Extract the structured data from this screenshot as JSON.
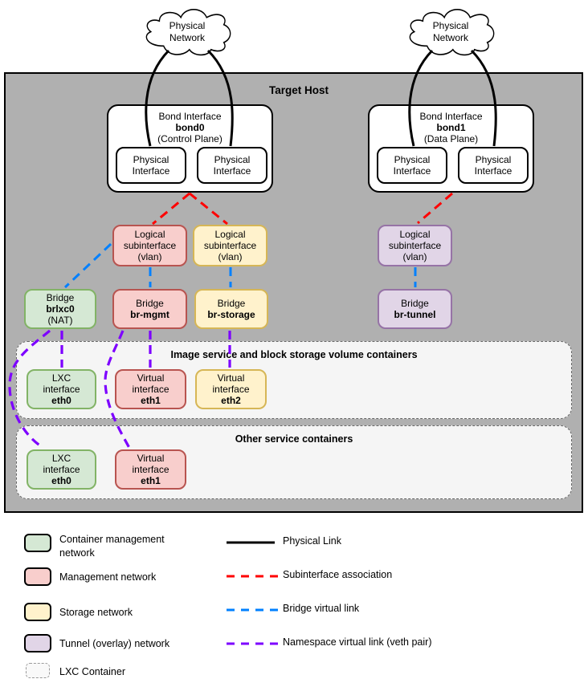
{
  "host": {
    "title": "Target Host"
  },
  "clouds": {
    "left_label": "Physical Network",
    "right_label": "Physical Network"
  },
  "bonds": [
    {
      "title": "Bond Interface",
      "name": "bond0",
      "plane": "(Control Plane)",
      "ports": [
        "Physical Interface",
        "Physical Interface"
      ]
    },
    {
      "title": "Bond Interface",
      "name": "bond1",
      "plane": "(Data Plane)",
      "ports": [
        "Physical Interface",
        "Physical Interface"
      ]
    }
  ],
  "subinterfaces": [
    {
      "line1": "Logical",
      "line2": "subinterface",
      "line3": "(vlan)",
      "network": "management"
    },
    {
      "line1": "Logical",
      "line2": "subinterface",
      "line3": "(vlan)",
      "network": "storage"
    },
    {
      "line1": "Logical",
      "line2": "subinterface",
      "line3": "(vlan)",
      "network": "tunnel"
    }
  ],
  "bridges": [
    {
      "line1": "Bridge",
      "name": "brlxc0",
      "line3": "(NAT)",
      "network": "container-management"
    },
    {
      "line1": "Bridge",
      "name": "br-mgmt",
      "line3": "",
      "network": "management"
    },
    {
      "line1": "Bridge",
      "name": "br-storage",
      "line3": "",
      "network": "storage"
    },
    {
      "line1": "Bridge",
      "name": "br-tunnel",
      "line3": "",
      "network": "tunnel"
    }
  ],
  "containers": [
    {
      "title": "Image service and block storage volume containers",
      "interfaces": [
        {
          "line1": "LXC",
          "line2": "interface",
          "name": "eth0",
          "network": "container-management"
        },
        {
          "line1": "Virtual",
          "line2": "interface",
          "name": "eth1",
          "network": "management"
        },
        {
          "line1": "Virtual",
          "line2": "interface",
          "name": "eth2",
          "network": "storage"
        }
      ]
    },
    {
      "title": "Other service containers",
      "interfaces": [
        {
          "line1": "LXC",
          "line2": "interface",
          "name": "eth0",
          "network": "container-management"
        },
        {
          "line1": "Virtual",
          "line2": "interface",
          "name": "eth1",
          "network": "management"
        }
      ]
    }
  ],
  "legend": {
    "networks": [
      {
        "label": "Container management network",
        "fill": "#d5e8d4",
        "border": "#82b366"
      },
      {
        "label": "Management network",
        "fill": "#f8cecc",
        "border": "#b85450"
      },
      {
        "label": "Storage network",
        "fill": "#fff2cc",
        "border": "#d6b656"
      },
      {
        "label": "Tunnel (overlay) network",
        "fill": "#e1d5e7",
        "border": "#9673a6"
      },
      {
        "label": "LXC Container",
        "fill": "#f9f9f9",
        "border": "#999999"
      }
    ],
    "links": [
      {
        "label": "Physical Link",
        "color": "#000000",
        "style": "solid"
      },
      {
        "label": "Subinterface association",
        "color": "#ff0000",
        "style": "dashed"
      },
      {
        "label": "Bridge virtual link",
        "color": "#0080ff",
        "style": "dashed"
      },
      {
        "label": "Namespace virtual link (veth pair)",
        "color": "#7d00ff",
        "style": "dashed"
      }
    ]
  },
  "colors": {
    "host_background": "#b0b0b0",
    "container_band": "#f5f5f5",
    "physical_link": "#000000",
    "subinterface_link": "#ff0000",
    "bridge_link": "#0080ff",
    "namespace_link": "#7d00ff"
  }
}
